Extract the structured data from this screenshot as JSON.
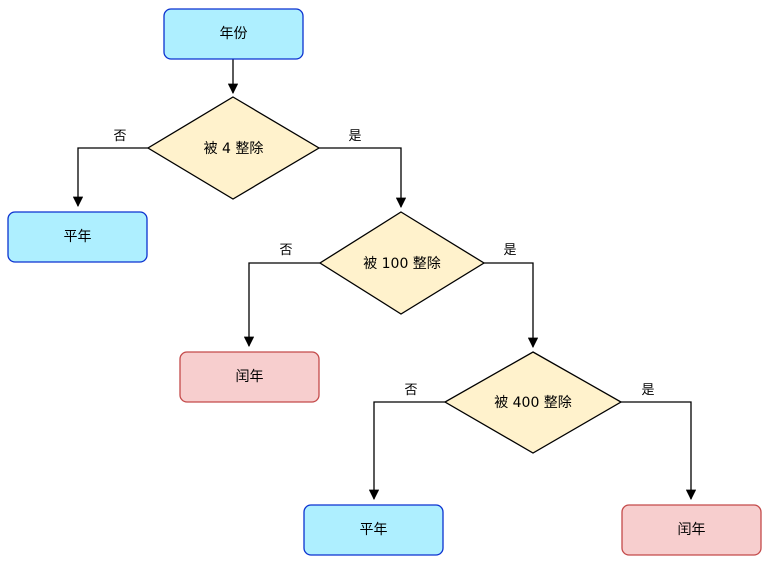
{
  "flowchart": {
    "start": {
      "label": "年份",
      "color": "#aeefff"
    },
    "decision1": {
      "label": "被 4 整除",
      "no": "否",
      "yes": "是"
    },
    "result_common_1": {
      "label": "平年"
    },
    "decision2": {
      "label": "被 100 整除",
      "no": "否",
      "yes": "是"
    },
    "result_leap_1": {
      "label": "闰年"
    },
    "decision3": {
      "label": "被 400 整除",
      "no": "否",
      "yes": "是"
    },
    "result_common_2": {
      "label": "平年"
    },
    "result_leap_2": {
      "label": "闰年"
    }
  },
  "colors": {
    "blue_fill": "#aeefff",
    "blue_stroke": "#0b32d0",
    "red_fill": "#f7cece",
    "red_stroke": "#c44a4a",
    "diamond_fill": "#fff2cc",
    "diamond_stroke": "#000000",
    "line": "#000000"
  }
}
